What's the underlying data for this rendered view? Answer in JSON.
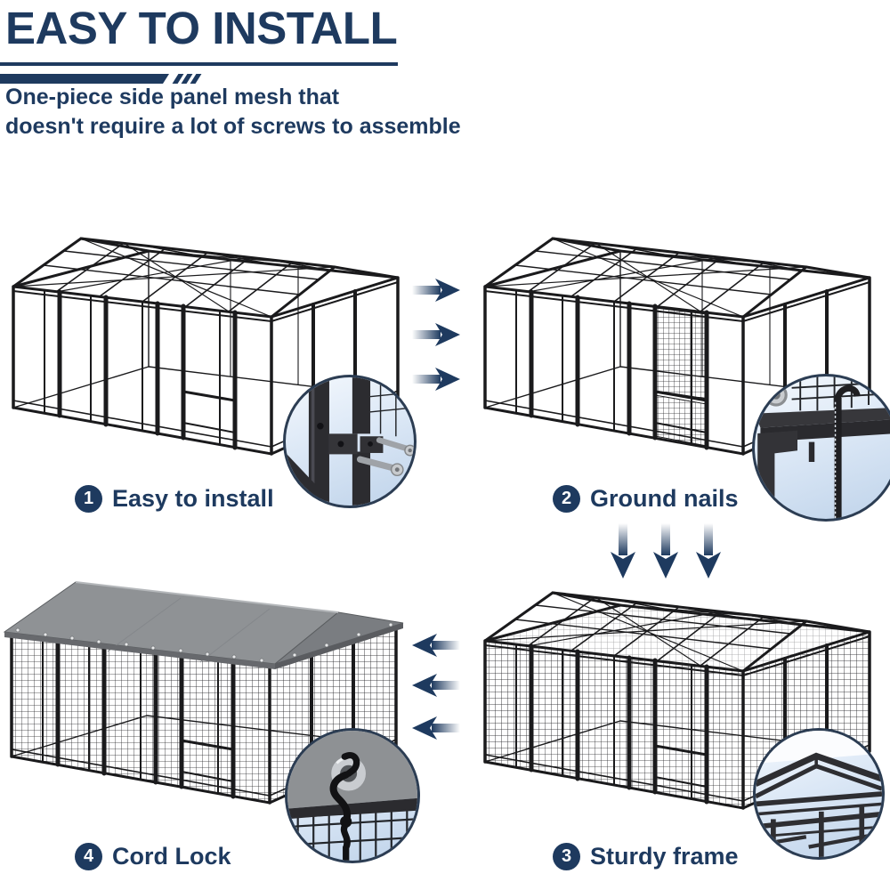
{
  "header": {
    "title": "EASY TO INSTALL",
    "subtitle_line1": "One-piece side panel mesh that",
    "subtitle_line2": "doesn't require a lot of screws to assemble"
  },
  "steps": [
    {
      "number": "1",
      "label": "Easy to install"
    },
    {
      "number": "2",
      "label": "Ground nails"
    },
    {
      "number": "3",
      "label": "Sturdy frame"
    },
    {
      "number": "4",
      "label": "Cord Lock"
    }
  ],
  "arrows": {
    "right_count": 3,
    "down_count": 3,
    "left_count": 3
  },
  "icons": [
    "arrow-right-icon",
    "arrow-down-icon",
    "arrow-left-icon",
    "corner-bracket-screws-inset",
    "ground-nail-inset",
    "roof-truss-inset",
    "cord-lock-grommet-inset"
  ],
  "colors": {
    "navy": "#1e3a5f",
    "frame": "#1a1a1c",
    "canopy_top": "#8f9295",
    "canopy_side": "#7a7d81",
    "inset_border": "#2c3d53"
  }
}
